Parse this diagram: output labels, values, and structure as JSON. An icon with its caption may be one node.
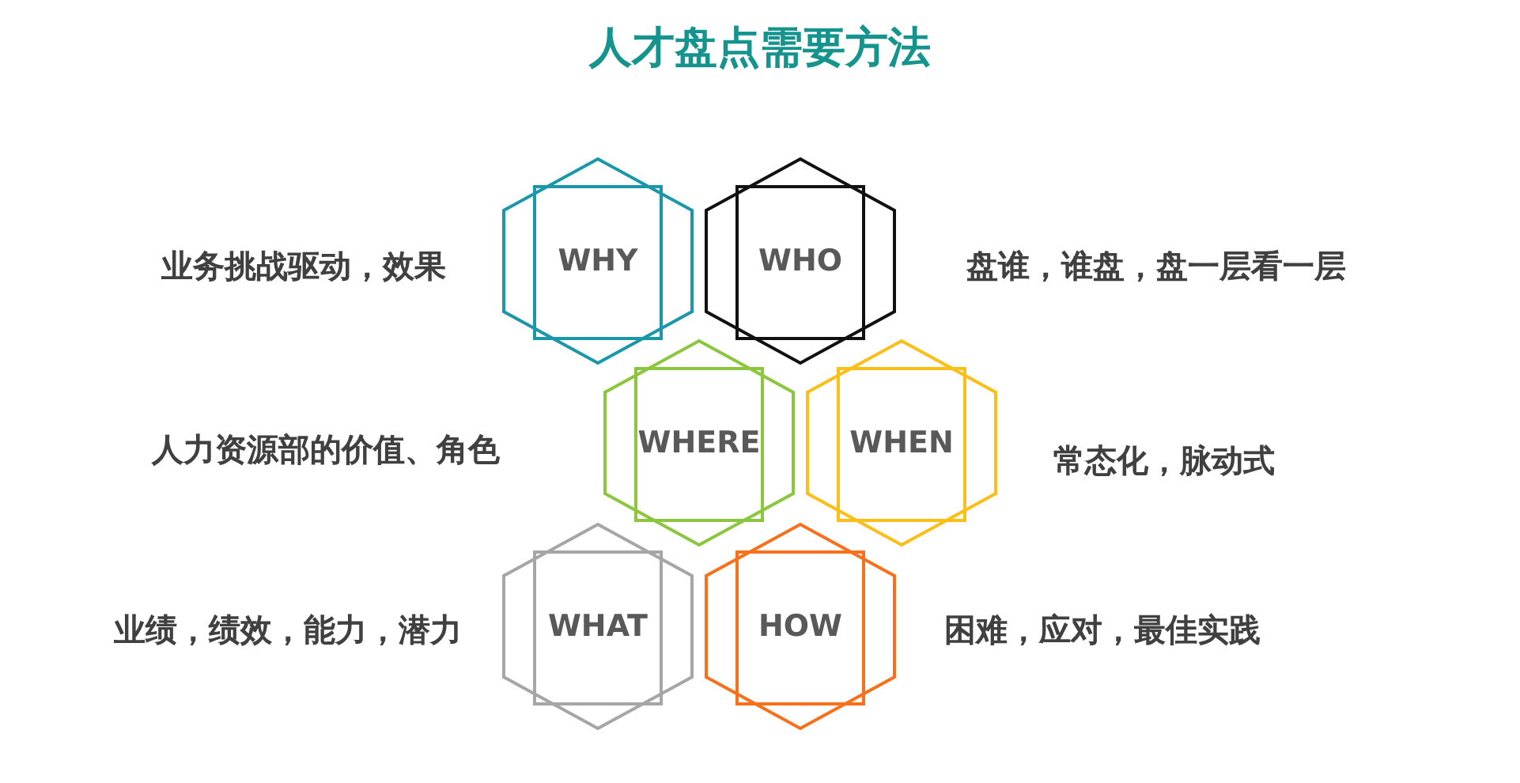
{
  "diagram": {
    "title": "人才盘点需要方法",
    "nodes": [
      {
        "text": [
          "WHY"
        ]
      },
      {
        "text": [
          "WHO"
        ]
      },
      {
        "text": [
          "WHERE"
        ]
      },
      {
        "text": [
          "WHEN"
        ]
      },
      {
        "text": [
          "WHAT"
        ]
      },
      {
        "text": [
          "HOW"
        ]
      }
    ],
    "labels": [
      "业务挑战驱动，效果",
      "盘谁，谁盘，盘一层看一层",
      "人力资源部的价值、角色",
      "常态化，脉动式",
      "业绩，绩效，能力，潜力",
      "困难，应对，最佳实践"
    ]
  }
}
